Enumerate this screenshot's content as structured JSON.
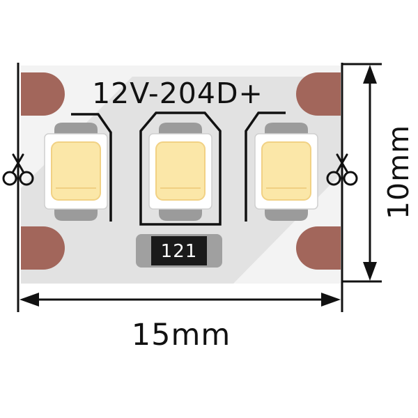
{
  "strip": {
    "label": "12V-204D+",
    "leds": [
      "led-1",
      "led-2",
      "led-3"
    ],
    "resistor_code": "121"
  },
  "dimensions": {
    "width_label": "15mm",
    "height_label": "10mm"
  },
  "colors": {
    "board": "#f3f3f3",
    "shadow": "#dedede",
    "pad": "#a2665b",
    "led_emitter": "#fbe7a8",
    "led_emitter_edge": "#f3d488",
    "led_body": "#ffffff",
    "outline": "#111111",
    "resistor_body": "#1a1a1a"
  },
  "icons": {
    "cut_mark": "scissors-icon"
  }
}
